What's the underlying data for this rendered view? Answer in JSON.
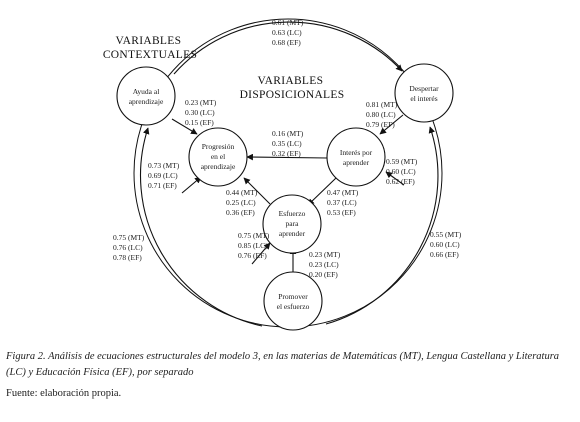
{
  "headings": {
    "contextual": [
      "VARIABLES",
      "CONTEXTUALES"
    ],
    "dispositional": [
      "VARIABLES",
      "DISPOSICIONALES"
    ]
  },
  "nodes": {
    "ayuda": [
      "Ayuda al",
      "aprendizaje"
    ],
    "despertar": [
      "Despertar",
      "el interés"
    ],
    "progresion": [
      "Progresión",
      "en el",
      "aprendizaje"
    ],
    "interes": [
      "Interés por",
      "aprender"
    ],
    "esfuerzo": [
      "Esfuerzo",
      "para",
      "aprender"
    ],
    "promover": [
      "Promover",
      "el esfuerzo"
    ]
  },
  "coefficients": {
    "ayuda_despertar": [
      "0.61 (MT)",
      "0.63 (LC)",
      "0.68 (EF)"
    ],
    "ayuda_progresion": [
      "0.23 (MT)",
      "0.30 (LC)",
      "0.15 (EF)"
    ],
    "despertar_interes": [
      "0.81 (MT)",
      "0.80 (LC)",
      "0.79 (EF)"
    ],
    "interes_progresion": [
      "0.16 (MT)",
      "0.35 (LC)",
      "0.32 (EF)"
    ],
    "interes_error": [
      "0.59 (MT)",
      "0.60 (LC)",
      "0.62 (EF)"
    ],
    "progresion_error": [
      "0.73 (MT)",
      "0.69 (LC)",
      "0.71 (EF)"
    ],
    "esfuerzo_progresion": [
      "0.44 (MT)",
      "0.25 (LC)",
      "0.36 (EF)"
    ],
    "interes_esfuerzo": [
      "0.47 (MT)",
      "0.37 (LC)",
      "0.53 (EF)"
    ],
    "esfuerzo_error": [
      "0.75 (MT)",
      "0.85 (LC)",
      "0.76 (EF)"
    ],
    "promover_esfuerzo": [
      "0.23 (MT)",
      "0.23 (LC)",
      "0.20 (EF)"
    ],
    "ayuda_promover": [
      "0.75 (MT)",
      "0.76 (LC)",
      "0.78 (EF)"
    ],
    "despertar_promover": [
      "0.55 (MT)",
      "0.60 (LC)",
      "0.66 (EF)"
    ]
  },
  "caption": "Figura 2. Análisis de ecuaciones estructurales del modelo 3, en las materias de Matemáticas (MT), Lengua Castellana y Literatura (LC) y Educación Física (EF), por separado",
  "source": "Fuente: elaboración propia."
}
